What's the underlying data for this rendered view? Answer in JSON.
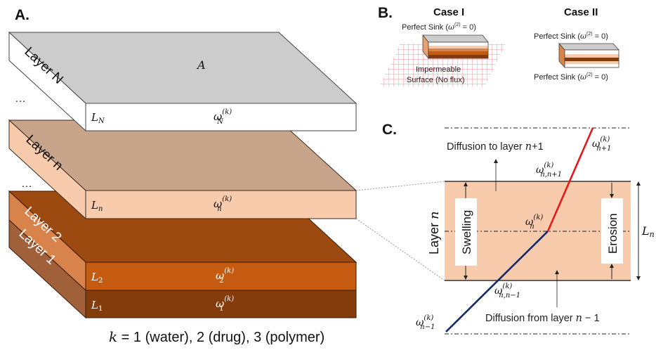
{
  "panel_a": {
    "label": "A.",
    "top_surface_label": "A",
    "ellipsis_top": "…",
    "ellipsis_mid": "…",
    "layers": [
      {
        "name": "Layer N",
        "thickness_symbol": "L",
        "thickness_sub": "N",
        "fraction_symbol": "ω",
        "fraction_sup": "(k)",
        "fraction_sub": "N",
        "top_color": "#cccccc",
        "front_color": "#ffffff",
        "side_color": "#ffffff",
        "text_color": "#111111"
      },
      {
        "name": "Layer n",
        "thickness_symbol": "L",
        "thickness_sub": "n",
        "fraction_symbol": "ω",
        "fraction_sup": "(k)",
        "fraction_sub": "n",
        "top_color": "#c8a48b",
        "front_color": "#f8cbad",
        "side_color": "#f8cbad",
        "text_color": "#111111"
      },
      {
        "name": "Layer 2",
        "thickness_symbol": "L",
        "thickness_sub": "2",
        "fraction_symbol": "ω",
        "fraction_sup": "(k)",
        "fraction_sub": "2",
        "top_color": "#9c4a10",
        "front_color": "#c55a11",
        "side_color": "#d7834b",
        "text_color": "#ffffff"
      },
      {
        "name": "Layer 1",
        "thickness_symbol": "L",
        "thickness_sub": "1",
        "fraction_symbol": "ω",
        "fraction_sup": "(k)",
        "fraction_sub": "1",
        "top_color": "#9c4a10",
        "front_color": "#843c0c",
        "side_color": "#a0603a",
        "text_color": "#ffffff"
      }
    ],
    "caption_var": "k",
    "caption_text": " = 1 (water), 2 (drug), 3 (polymer)"
  },
  "panel_b": {
    "label": "B.",
    "case1": {
      "title": "Case I",
      "top_boundary": "Perfect Sink (",
      "top_boundary_math": "ω",
      "top_boundary_sup": "(2)",
      "top_boundary_end": " = 0)",
      "surface_line1": "Impermeable",
      "surface_line2": "Surface (No flux)"
    },
    "case2": {
      "title": "Case II",
      "top_boundary": "Perfect Sink (",
      "top_boundary_math": "ω",
      "top_boundary_sup": "(2)",
      "top_boundary_end": " = 0)",
      "bottom_boundary": "Perfect Sink (",
      "bottom_boundary_math": "ω",
      "bottom_boundary_sup": "(2)",
      "bottom_boundary_end": " = 0)"
    },
    "grid_color": "#f4a6a6"
  },
  "panel_c": {
    "label": "C.",
    "layer_label_prefix": "Layer ",
    "layer_label_var": "n",
    "swelling": "Swelling",
    "erosion": "Erosion",
    "thickness_symbol": "L",
    "thickness_sub": "n",
    "diffusion_up_prefix": "Diffusion to layer ",
    "diffusion_up_var": "n",
    "diffusion_up_suffix": "+1",
    "diffusion_down_prefix": "Diffusion from layer ",
    "diffusion_down_var": "n",
    "diffusion_down_suffix": " − 1",
    "omega": "ω",
    "sup": "(k)",
    "sub_n_plus_1": "n+1",
    "sub_n_n_plus_1": "n,n+1",
    "sub_n": "n",
    "sub_n_n_minus_1": "n,n−1",
    "sub_n_minus_1": "n−1",
    "layer_fill": "#f8cbad",
    "upper_profile_color": "#e41a1a",
    "lower_profile_color": "#102a6b"
  }
}
